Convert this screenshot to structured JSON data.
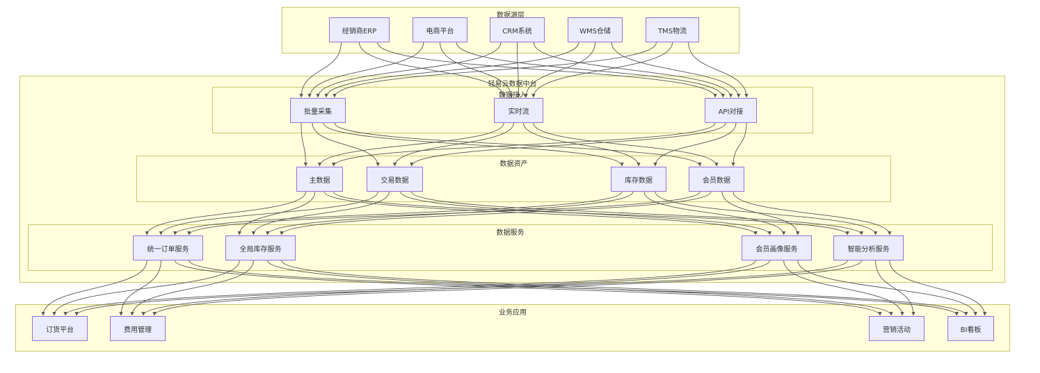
{
  "diagram": {
    "type": "flowchart",
    "colors": {
      "cluster_fill": "#ffffde",
      "cluster_border": "#c9c66a",
      "node_fill": "#ececff",
      "node_border": "#9370db",
      "edge": "#555555",
      "text": "#333333"
    },
    "clusters": {
      "source": {
        "title": "数据源层"
      },
      "platform": {
        "title": "轻易云数据中台"
      },
      "ingest": {
        "title": "数据接入"
      },
      "asset": {
        "title": "数据资产"
      },
      "service": {
        "title": "数据服务"
      },
      "app": {
        "title": "业务应用"
      }
    },
    "nodes": {
      "erp": "经销商ERP",
      "ecom": "电商平台",
      "crm": "CRM系统",
      "wms": "WMS仓储",
      "tms": "TMS物流",
      "batch": "批量采集",
      "stream": "实时流",
      "api": "API对接",
      "master": "主数据",
      "trade": "交易数据",
      "stock": "库存数据",
      "member": "会员数据",
      "order_svc": "统一订单服务",
      "inv_svc": "全局库存服务",
      "profile_svc": "会员画像服务",
      "bi_svc": "智能分析服务",
      "order_app": "订货平台",
      "expense_app": "费用管理",
      "marketing_app": "营销活动",
      "bi_app": "BI看板"
    },
    "edges": [
      [
        "erp",
        "batch"
      ],
      [
        "erp",
        "stream"
      ],
      [
        "erp",
        "api"
      ],
      [
        "ecom",
        "batch"
      ],
      [
        "ecom",
        "stream"
      ],
      [
        "ecom",
        "api"
      ],
      [
        "crm",
        "batch"
      ],
      [
        "crm",
        "stream"
      ],
      [
        "crm",
        "api"
      ],
      [
        "wms",
        "batch"
      ],
      [
        "wms",
        "stream"
      ],
      [
        "wms",
        "api"
      ],
      [
        "tms",
        "batch"
      ],
      [
        "tms",
        "stream"
      ],
      [
        "tms",
        "api"
      ],
      [
        "batch",
        "master"
      ],
      [
        "batch",
        "trade"
      ],
      [
        "batch",
        "stock"
      ],
      [
        "batch",
        "member"
      ],
      [
        "stream",
        "master"
      ],
      [
        "stream",
        "trade"
      ],
      [
        "stream",
        "stock"
      ],
      [
        "stream",
        "member"
      ],
      [
        "api",
        "master"
      ],
      [
        "api",
        "trade"
      ],
      [
        "api",
        "stock"
      ],
      [
        "api",
        "member"
      ],
      [
        "master",
        "order_svc"
      ],
      [
        "master",
        "inv_svc"
      ],
      [
        "master",
        "profile_svc"
      ],
      [
        "master",
        "bi_svc"
      ],
      [
        "trade",
        "order_svc"
      ],
      [
        "trade",
        "inv_svc"
      ],
      [
        "trade",
        "profile_svc"
      ],
      [
        "trade",
        "bi_svc"
      ],
      [
        "stock",
        "order_svc"
      ],
      [
        "stock",
        "inv_svc"
      ],
      [
        "stock",
        "profile_svc"
      ],
      [
        "stock",
        "bi_svc"
      ],
      [
        "member",
        "order_svc"
      ],
      [
        "member",
        "inv_svc"
      ],
      [
        "member",
        "profile_svc"
      ],
      [
        "member",
        "bi_svc"
      ],
      [
        "order_svc",
        "order_app"
      ],
      [
        "order_svc",
        "expense_app"
      ],
      [
        "order_svc",
        "marketing_app"
      ],
      [
        "order_svc",
        "bi_app"
      ],
      [
        "inv_svc",
        "order_app"
      ],
      [
        "inv_svc",
        "expense_app"
      ],
      [
        "inv_svc",
        "marketing_app"
      ],
      [
        "inv_svc",
        "bi_app"
      ],
      [
        "profile_svc",
        "order_app"
      ],
      [
        "profile_svc",
        "expense_app"
      ],
      [
        "profile_svc",
        "marketing_app"
      ],
      [
        "profile_svc",
        "bi_app"
      ],
      [
        "bi_svc",
        "order_app"
      ],
      [
        "bi_svc",
        "expense_app"
      ],
      [
        "bi_svc",
        "marketing_app"
      ],
      [
        "bi_svc",
        "bi_app"
      ]
    ]
  }
}
